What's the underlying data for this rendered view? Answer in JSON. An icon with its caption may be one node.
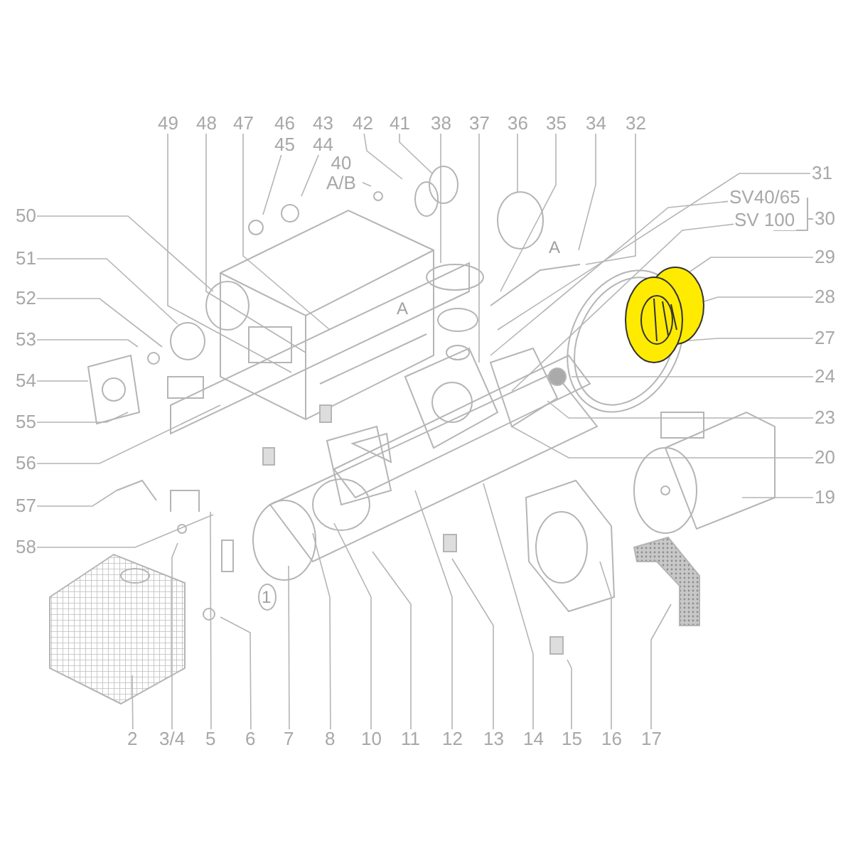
{
  "diagram": {
    "nodes": [
      {
        "text": [
          "49"
        ]
      },
      {
        "text": [
          "48"
        ]
      },
      {
        "text": [
          "47"
        ]
      },
      {
        "text": [
          "46"
        ]
      },
      {
        "text": [
          "43"
        ]
      },
      {
        "text": [
          "42"
        ]
      },
      {
        "text": [
          "41"
        ]
      },
      {
        "text": [
          "38"
        ]
      },
      {
        "text": [
          "37"
        ]
      },
      {
        "text": [
          "36"
        ]
      },
      {
        "text": [
          "35"
        ]
      },
      {
        "text": [
          "34"
        ]
      },
      {
        "text": [
          "32"
        ]
      },
      {
        "text": [
          "45"
        ]
      },
      {
        "text": [
          "44"
        ]
      },
      {
        "text": [
          "40 A/B"
        ]
      },
      {
        "text": [
          "31"
        ]
      },
      {
        "text": [
          "SV40/65"
        ]
      },
      {
        "text": [
          "SV 100"
        ]
      },
      {
        "text": [
          "30"
        ]
      },
      {
        "text": [
          "29"
        ]
      },
      {
        "text": [
          "28"
        ]
      },
      {
        "text": [
          "27"
        ]
      },
      {
        "text": [
          "24"
        ]
      },
      {
        "text": [
          "23"
        ]
      },
      {
        "text": [
          "20"
        ]
      },
      {
        "text": [
          "19"
        ]
      },
      {
        "text": [
          "50"
        ]
      },
      {
        "text": [
          "51"
        ]
      },
      {
        "text": [
          "52"
        ]
      },
      {
        "text": [
          "53"
        ]
      },
      {
        "text": [
          "54"
        ]
      },
      {
        "text": [
          "55"
        ]
      },
      {
        "text": [
          "56"
        ]
      },
      {
        "text": [
          "57"
        ]
      },
      {
        "text": [
          "58"
        ]
      },
      {
        "text": [
          "2"
        ]
      },
      {
        "text": [
          "3/4"
        ]
      },
      {
        "text": [
          "5"
        ]
      },
      {
        "text": [
          "6"
        ]
      },
      {
        "text": [
          "7"
        ]
      },
      {
        "text": [
          "8"
        ]
      },
      {
        "text": [
          "10"
        ]
      },
      {
        "text": [
          "11"
        ]
      },
      {
        "text": [
          "12"
        ]
      },
      {
        "text": [
          "13"
        ]
      },
      {
        "text": [
          "14"
        ]
      },
      {
        "text": [
          "15"
        ]
      },
      {
        "text": [
          "16"
        ]
      },
      {
        "text": [
          "17"
        ]
      }
    ],
    "edges": [
      {
        "from": 0,
        "to": null,
        "arrow": "none"
      },
      {
        "from": 1,
        "to": null,
        "arrow": "none"
      },
      {
        "from": 2,
        "to": null,
        "arrow": "none"
      },
      {
        "from": 5,
        "to": null,
        "arrow": "none"
      },
      {
        "from": 6,
        "to": null,
        "arrow": "none"
      },
      {
        "from": 7,
        "to": null,
        "arrow": "none"
      },
      {
        "from": 8,
        "to": null,
        "arrow": "none"
      },
      {
        "from": 9,
        "to": null,
        "arrow": "none"
      },
      {
        "from": 10,
        "to": null,
        "arrow": "none"
      },
      {
        "from": 11,
        "to": null,
        "arrow": "none"
      },
      {
        "from": 12,
        "to": null,
        "arrow": "none"
      },
      {
        "from": 13,
        "to": null,
        "arrow": "none"
      },
      {
        "from": 14,
        "to": null,
        "arrow": "none"
      },
      {
        "from": 15,
        "to": null,
        "arrow": "none"
      },
      {
        "from": 16,
        "to": null,
        "arrow": "none"
      },
      {
        "from": 17,
        "to": null,
        "arrow": "none"
      },
      {
        "from": 18,
        "to": null,
        "arrow": "none"
      },
      {
        "from": 20,
        "to": null,
        "arrow": "none"
      },
      {
        "from": 21,
        "to": null,
        "arrow": "none"
      },
      {
        "from": 22,
        "to": null,
        "arrow": "none"
      },
      {
        "from": 23,
        "to": null,
        "arrow": "none"
      },
      {
        "from": 24,
        "to": null,
        "arrow": "none"
      },
      {
        "from": 25,
        "to": null,
        "arrow": "none"
      },
      {
        "from": 26,
        "to": null,
        "arrow": "none"
      },
      {
        "from": 27,
        "to": null,
        "arrow": "none"
      },
      {
        "from": 28,
        "to": null,
        "arrow": "none"
      },
      {
        "from": 29,
        "to": null,
        "arrow": "none"
      },
      {
        "from": 30,
        "to": null,
        "arrow": "none"
      },
      {
        "from": 31,
        "to": null,
        "arrow": "none"
      },
      {
        "from": 32,
        "to": null,
        "arrow": "none"
      },
      {
        "from": 33,
        "to": null,
        "arrow": "none"
      },
      {
        "from": 34,
        "to": null,
        "arrow": "none"
      },
      {
        "from": 35,
        "to": null,
        "arrow": "none"
      },
      {
        "from": 36,
        "to": null,
        "arrow": "none"
      },
      {
        "from": 37,
        "to": null,
        "arrow": "none"
      },
      {
        "from": 38,
        "to": null,
        "arrow": "none"
      },
      {
        "from": 39,
        "to": null,
        "arrow": "none"
      },
      {
        "from": 40,
        "to": null,
        "arrow": "none"
      },
      {
        "from": 41,
        "to": null,
        "arrow": "none"
      },
      {
        "from": 42,
        "to": null,
        "arrow": "none"
      },
      {
        "from": 43,
        "to": null,
        "arrow": "none"
      },
      {
        "from": 44,
        "to": null,
        "arrow": "none"
      },
      {
        "from": 45,
        "to": null,
        "arrow": "none"
      },
      {
        "from": 46,
        "to": null,
        "arrow": "none"
      },
      {
        "from": 47,
        "to": null,
        "arrow": "none"
      },
      {
        "from": 48,
        "to": null,
        "arrow": "none"
      },
      {
        "from": 49,
        "to": null,
        "arrow": "none"
      }
    ],
    "labels": [
      "A",
      "A",
      "1"
    ]
  }
}
